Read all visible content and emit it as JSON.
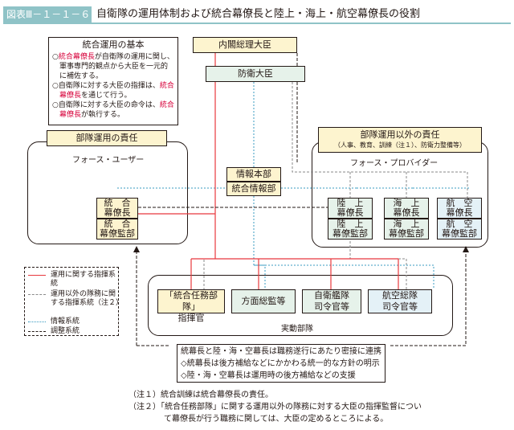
{
  "figure": {
    "number": "図表Ⅲ－１－１－６",
    "title": "自衛隊の運用体制および統合幕僚長と陸上・海上・航空幕僚長の役割"
  },
  "basics": {
    "title": "統合運用の基本",
    "items": [
      {
        "bullet": "○",
        "highlight": "統合幕僚長",
        "text": "が自衛隊の運用に関し、軍事専門的観点から大臣を一元的に補佐する。"
      },
      {
        "bullet": "○",
        "text": "自衛隊に対する大臣の指揮は、",
        "highlight": "統合幕僚長",
        "text2": "を通じて行う。"
      },
      {
        "bullet": "○",
        "text": "自衛隊に対する大臣の命令は、",
        "highlight": "統合幕僚長",
        "text2": "が執行する。"
      }
    ]
  },
  "nodes": {
    "pm": "内閣総理大臣",
    "minister": "防衛大臣",
    "dih": "情報本部",
    "jsd": "統合情報部",
    "jcs_l1": "統　合",
    "jcs_l2": "幕僚長",
    "jsi_l1": "統　合",
    "jsi_l2": "幕僚監部",
    "gsdf_l1": "陸　上",
    "gsdf_l2": "幕僚長",
    "gso_l1": "陸　上",
    "gso_l2": "幕僚監部",
    "msdf_l1": "海　上",
    "msdf_l2": "幕僚長",
    "mso_l1": "海　上",
    "mso_l2": "幕僚監部",
    "asdf_l1": "航　空",
    "asdf_l2": "幕僚長",
    "aso_l1": "航　空",
    "aso_l2": "幕僚監部",
    "jtf_l1": "「統合任務部隊」",
    "jtf_l2": "指揮官",
    "army": "方面総監等",
    "fleet_l1": "自衛艦隊",
    "fleet_l2": "司令官等",
    "adc_l1": "航空総隊",
    "adc_l2": "司令官等"
  },
  "groups": {
    "force_user_title": "部隊運用の責任",
    "force_user_label": "フォース・ユーザー",
    "force_provider_title": "部隊運用以外の責任",
    "force_provider_sub": "（人事、教育、訓練（注１）、防衛力整備等）",
    "force_provider_label": "フォース・プロバイダー",
    "operational_units": "実動部隊"
  },
  "legend": {
    "operations_command": "運用に関する指揮系統",
    "non_operations_command": "運用以外の隊務に関する指揮系統（注２）",
    "intelligence": "情報系統",
    "coordination": "調整系統"
  },
  "summary": {
    "line1": "統幕長と陸・海・空幕長は職務遂行にあたり密接に連携",
    "line2": "◇統幕長は後方補給などにかかわる統一的な方針の明示",
    "line3": "◇陸・海・空幕長は運用時の後方補給などの支援"
  },
  "notes": {
    "note1": "（注１）統合訓練は統合幕僚長の責任。",
    "note2": "（注２）「統合任務部隊」に関する運用以外の隊務に対する大臣の指揮監督につい",
    "note2_cont": "て幕僚長が行う職務に関しては、大臣の定めるところによる。"
  },
  "colors": {
    "operations": "#e8383d",
    "non_operations": "#8a8a8a",
    "intelligence": "#3a9bc0",
    "coordination": "#231815",
    "accent": "#8fc3c7"
  }
}
